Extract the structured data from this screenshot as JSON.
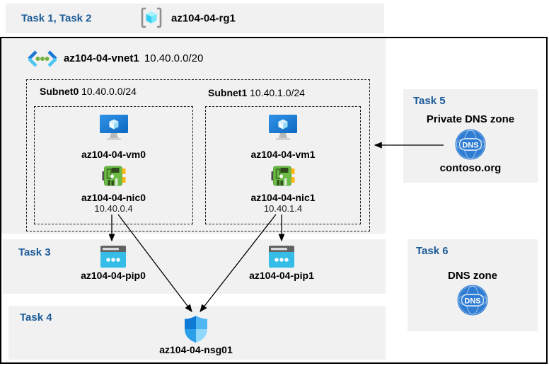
{
  "colors": {
    "task_label_blue": "#1a5a96",
    "band_gray": "#f1f1f2",
    "arrow_black": "#000000",
    "dns_icon_blue": "#2e7cd3",
    "nic_icon_green": "#6abc45",
    "pip_icon_cyan": "#35bde8",
    "vm_icon_blue": "#1b7fd6"
  },
  "top_band": {
    "task_label": "Task 1, Task 2",
    "resource_group_name": "az104-04-rg1"
  },
  "vnet": {
    "name": "az104-04-vnet1",
    "cidr": "10.40.0.0/20"
  },
  "subnets": [
    {
      "name": "Subnet0",
      "cidr": "10.40.0.0/24",
      "vm_name": "az104-04-vm0",
      "nic_name": "az104-04-nic0",
      "nic_ip": "10.40.0.4"
    },
    {
      "name": "Subnet1",
      "cidr": "10.40.1.0/24",
      "vm_name": "az104-04-vm1",
      "nic_name": "az104-04-nic1",
      "nic_ip": "10.40.1.4"
    }
  ],
  "task3": {
    "task_label": "Task 3",
    "pip0_name": "az104-04-pip0",
    "pip1_name": "az104-04-pip1"
  },
  "task4": {
    "task_label": "Task 4",
    "nsg_name": "az104-04-nsg01"
  },
  "task5": {
    "task_label": "Task 5",
    "title": "Private DNS zone",
    "zone_name": "contoso.org",
    "dns_icon_text": "DNS"
  },
  "task6": {
    "task_label": "Task 6",
    "title": "DNS zone",
    "dns_icon_text": "DNS"
  }
}
